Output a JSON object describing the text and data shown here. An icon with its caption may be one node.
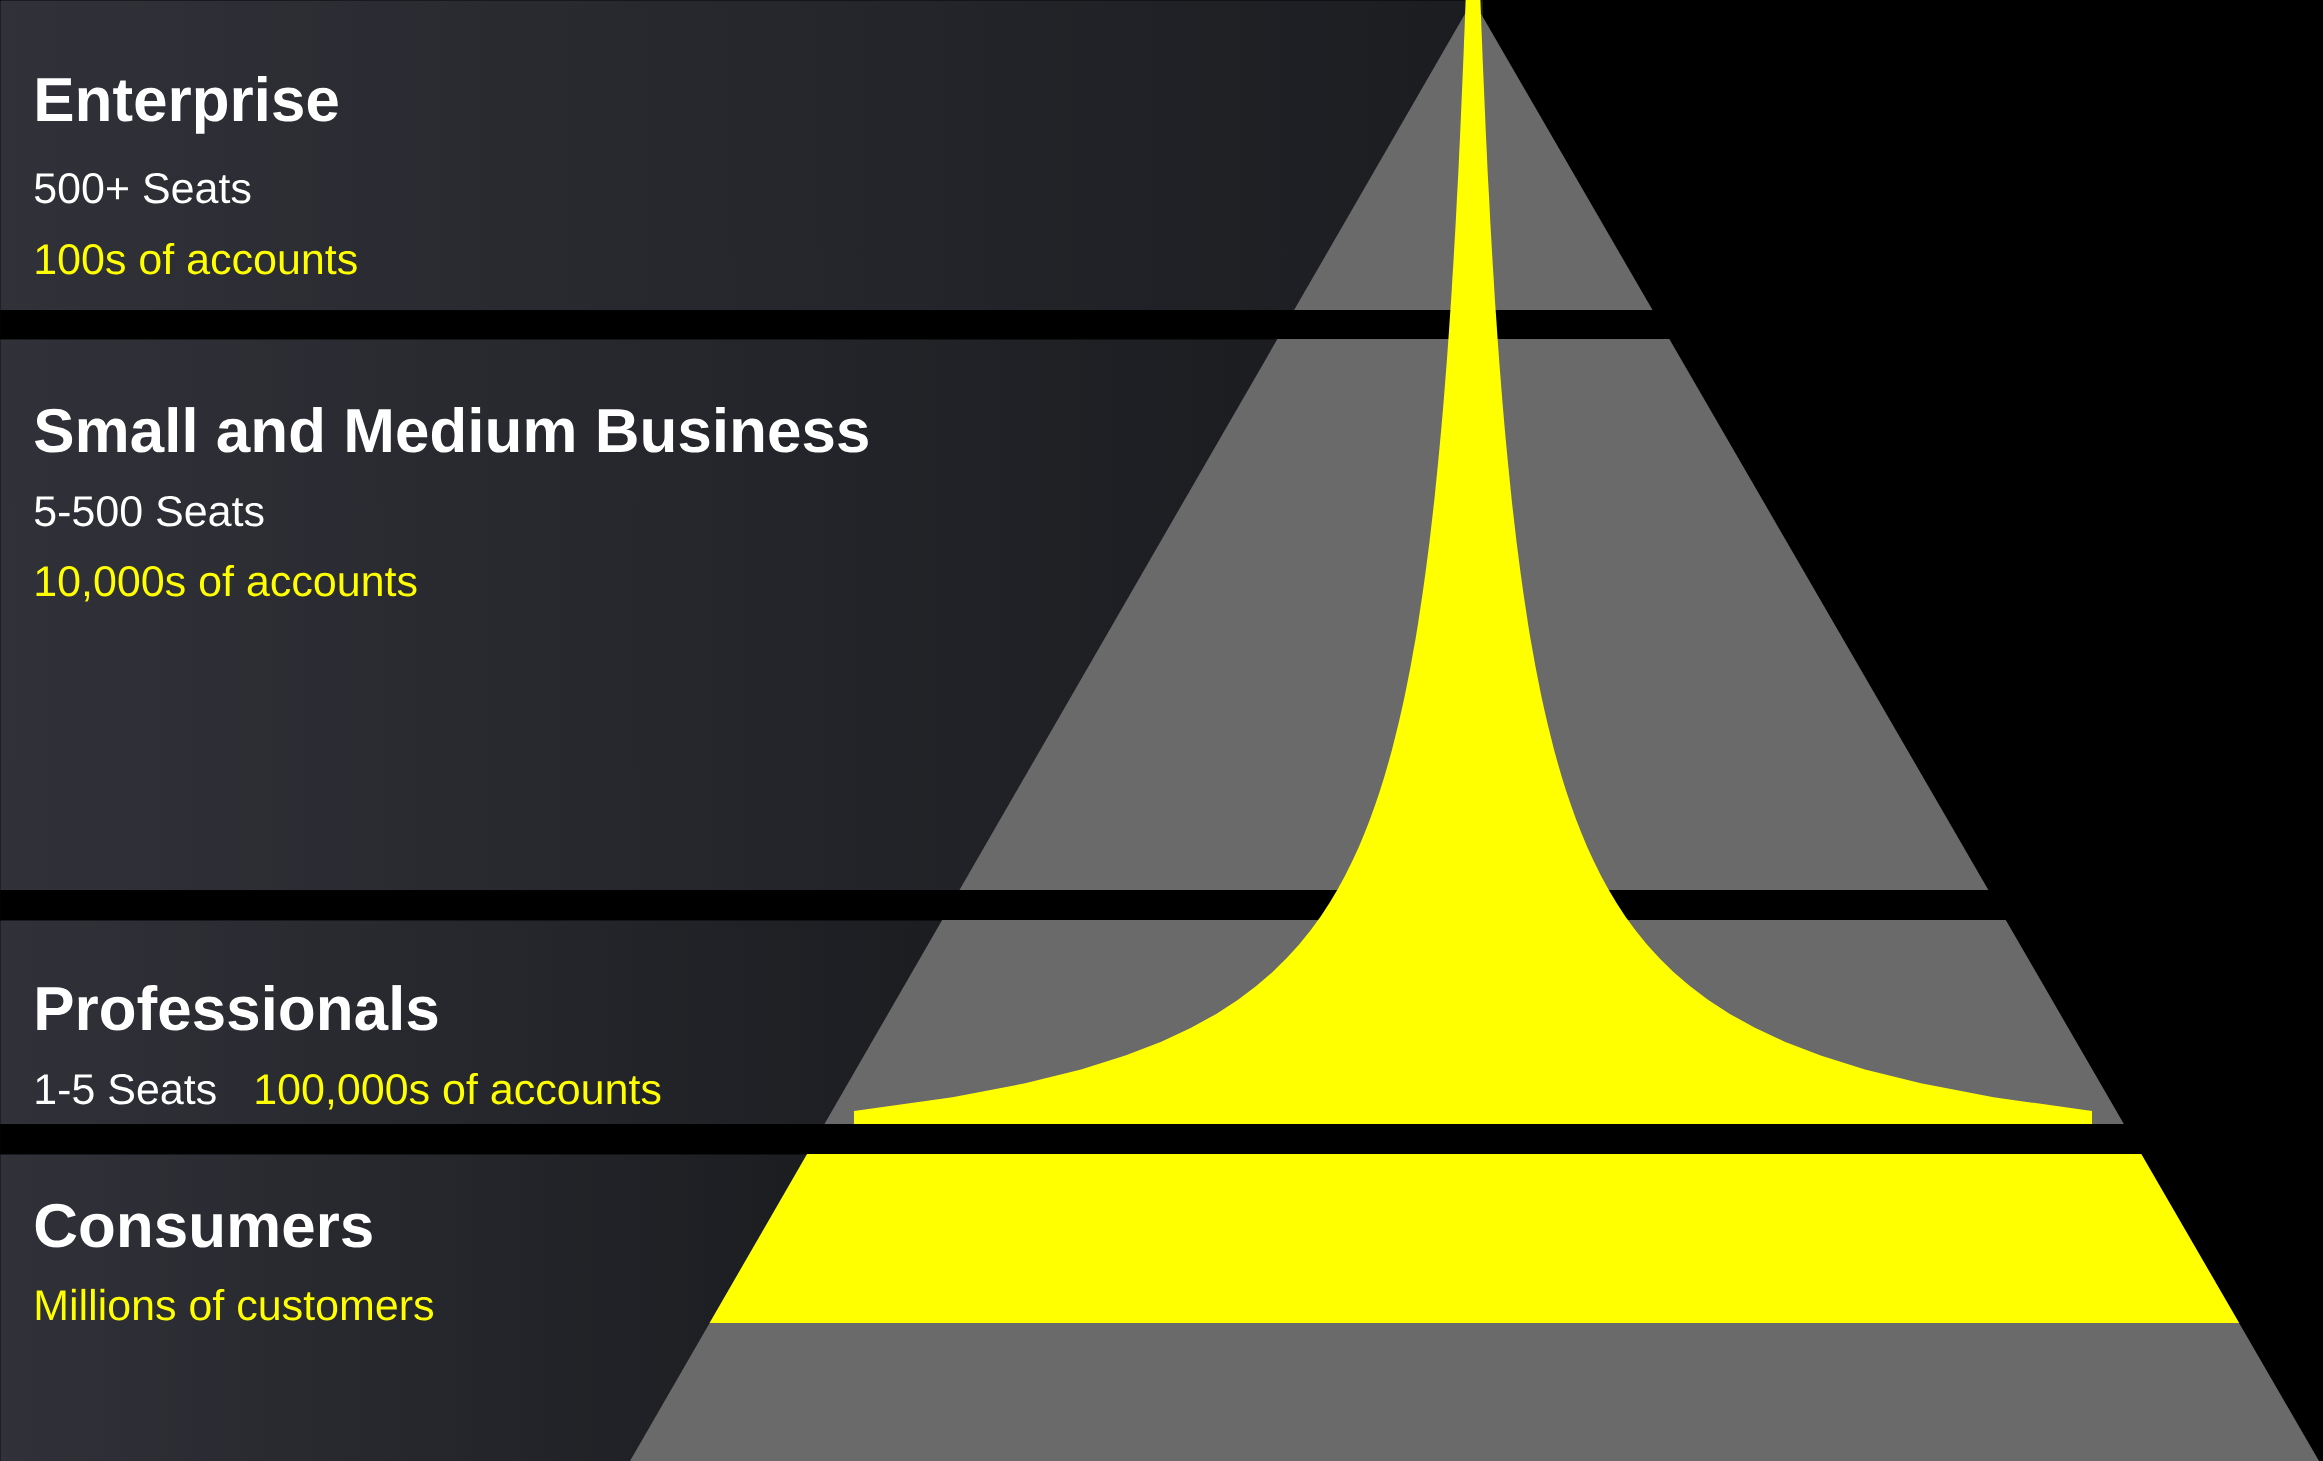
{
  "diagram": {
    "nodes": [
      {
        "text": [
          "Enterprise",
          "500+ Seats",
          "100s of accounts"
        ]
      },
      {
        "text": [
          "Small and Medium Business",
          "5-500 Seats",
          "10,000s of accounts"
        ]
      },
      {
        "text": [
          "Professionals",
          "1-5 Seats",
          "100,000s of accounts"
        ]
      },
      {
        "text": [
          "Consumers",
          "Millions of customers"
        ]
      }
    ]
  }
}
